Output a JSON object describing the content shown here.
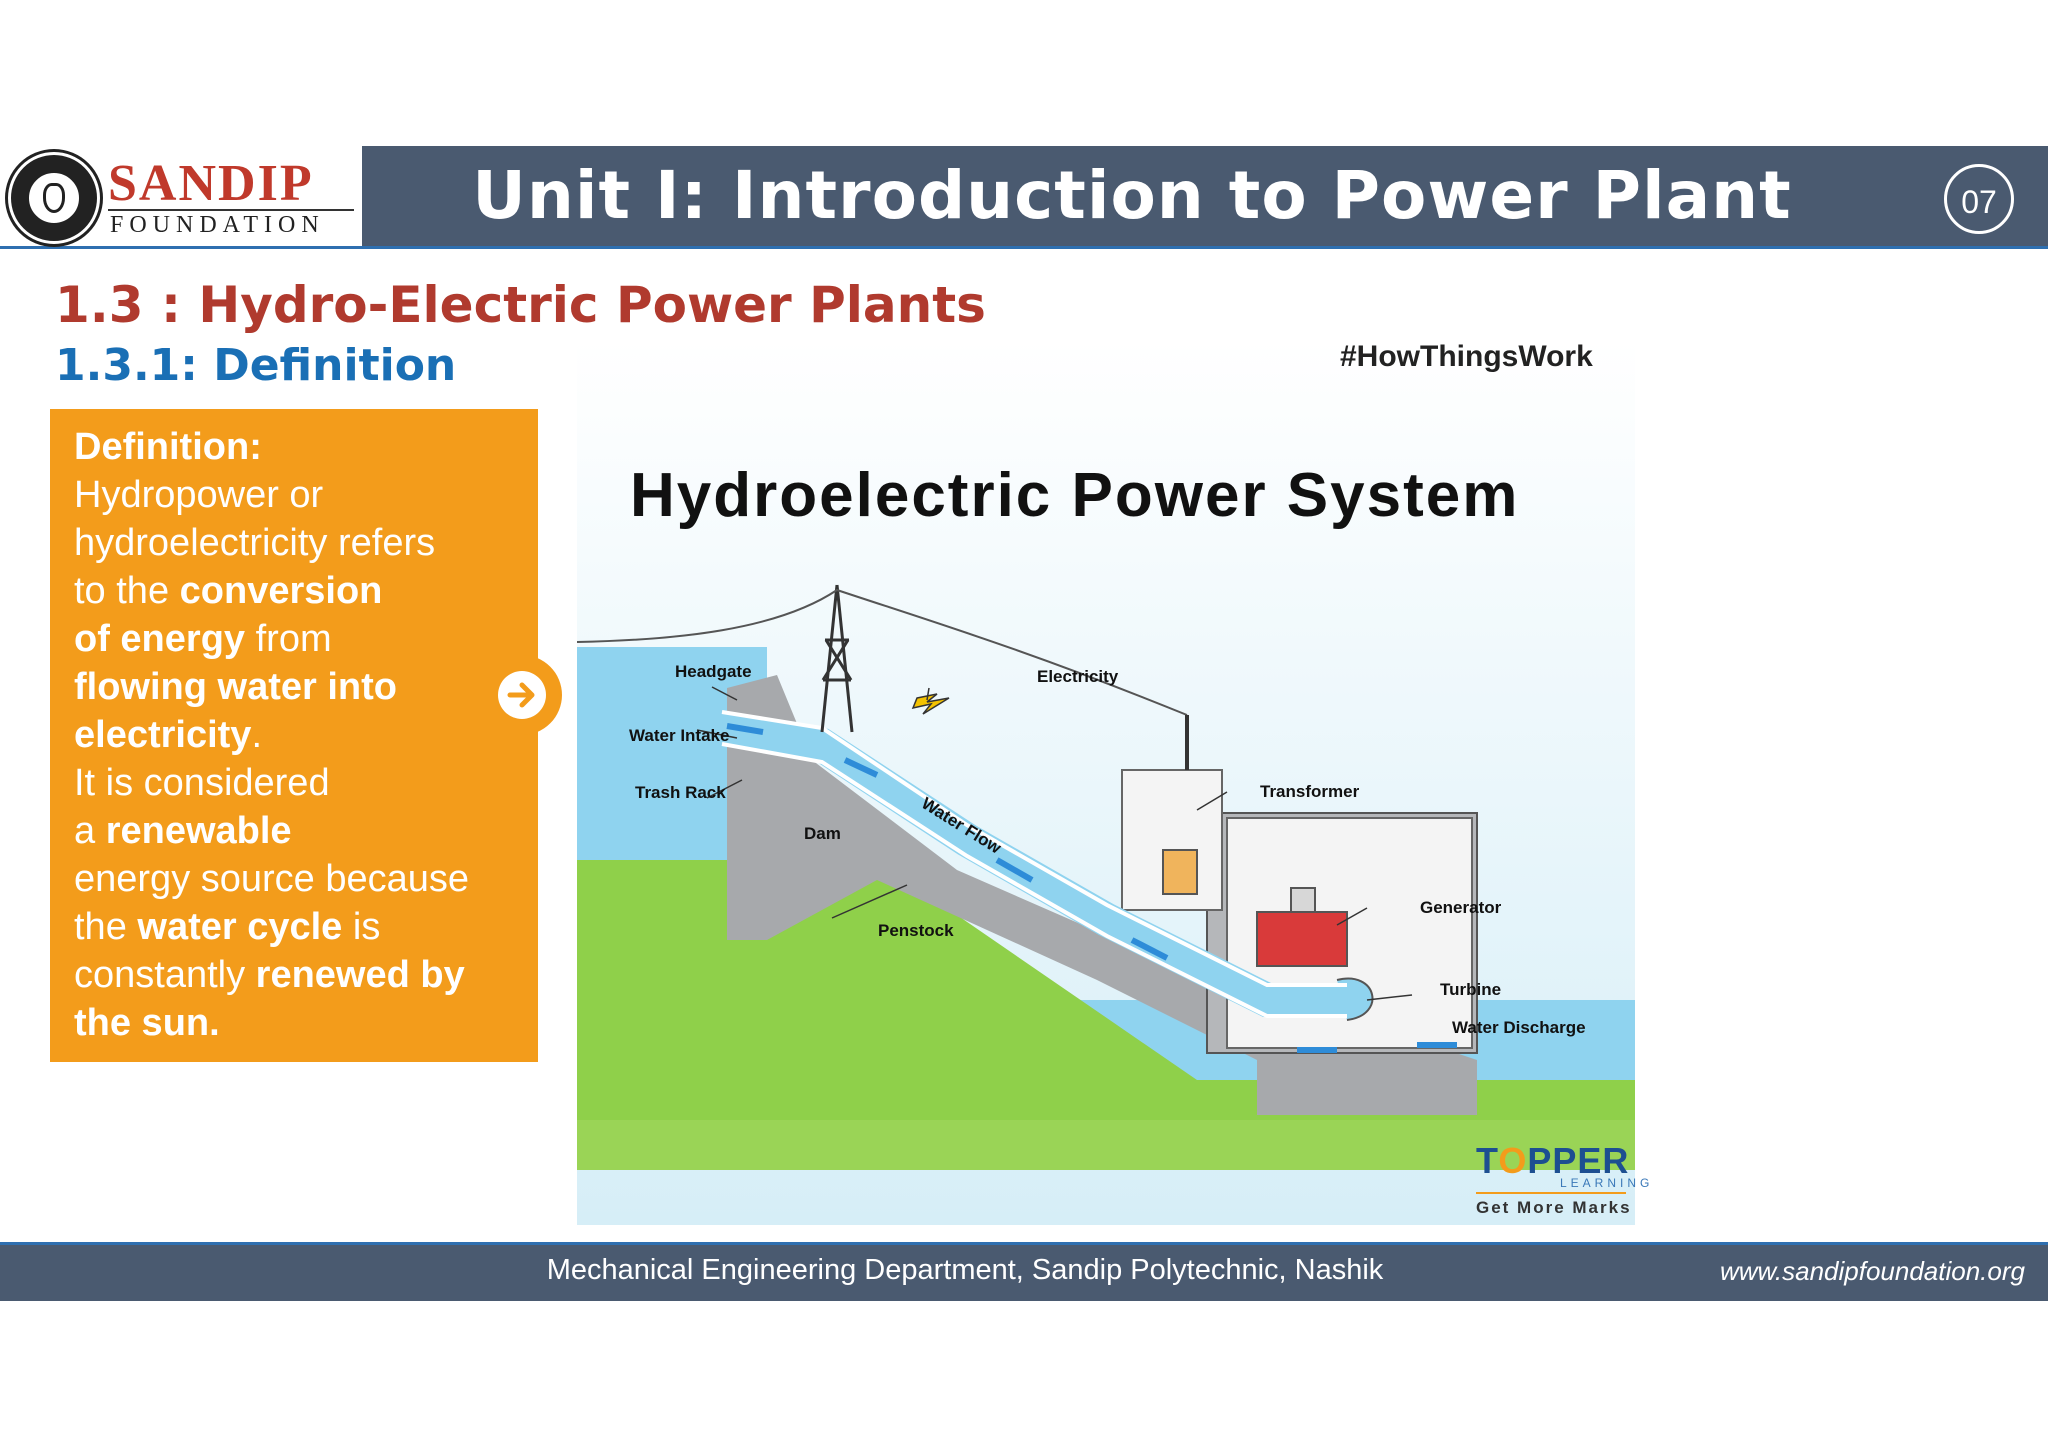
{
  "header": {
    "logo_name": "SANDIP",
    "logo_sub": "FOUNDATION",
    "title": "Unit I: Introduction  to Power Plant",
    "page_number": "07"
  },
  "section": {
    "title": "1.3 : Hydro-Electric Power Plants",
    "subtitle": "1.3.1: Definition"
  },
  "definition": {
    "heading": "Definition:",
    "t1": "Hydropower or",
    "t2": "hydroelectricity refers",
    "t3a": "to the ",
    "t3b": "conversion",
    "t4a": "of energy",
    "t4b": " from",
    "t5": "flowing water into",
    "t6": "electricity",
    "t6b": ".",
    "t7": "It is considered",
    "t8a": "a ",
    "t8b": "renewable",
    "t9": "energy source because",
    "t10a": "the ",
    "t10b": "water cycle",
    "t10c": " is",
    "t11a": "constantly ",
    "t11b": "renewed by",
    "t12": "the sun."
  },
  "diagram": {
    "hashtag": "#HowThingsWork",
    "title": "Hydroelectric Power System",
    "labels": {
      "headgate": "Headgate",
      "electricity": "Electricity",
      "water_intake": "Water Intake",
      "trash_rack": "Trash Rack",
      "transformer": "Transformer",
      "dam": "Dam",
      "water_flow": "Water Flow",
      "generator": "Generator",
      "penstock": "Penstock",
      "turbine": "Turbine",
      "water_discharge": "Water Discharge"
    },
    "brand": "T",
    "brand_o": "O",
    "brand_rest": "PPER",
    "brand_sub": "LEARNING",
    "brand_tag": "Get More Marks"
  },
  "footer": {
    "text": "Mechanical Engineering Department, Sandip Polytechnic, Nashik",
    "url": "www.sandipfoundation.org"
  }
}
